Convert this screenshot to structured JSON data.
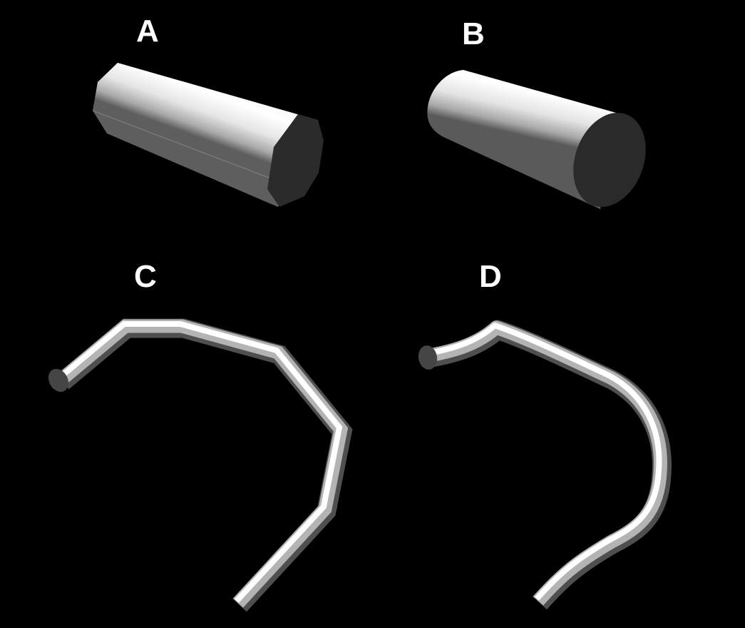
{
  "panels": [
    {
      "label": "A",
      "shape": "polygonal-cylinder"
    },
    {
      "label": "B",
      "shape": "smooth-cylinder"
    },
    {
      "label": "C",
      "shape": "polyline-tube"
    },
    {
      "label": "D",
      "shape": "smooth-curved-tube"
    }
  ],
  "colors": {
    "background": "#000000",
    "label": "#ffffff",
    "cap": "#2b2b2b",
    "highlight": "#ffffff",
    "shadow": "#505050"
  }
}
